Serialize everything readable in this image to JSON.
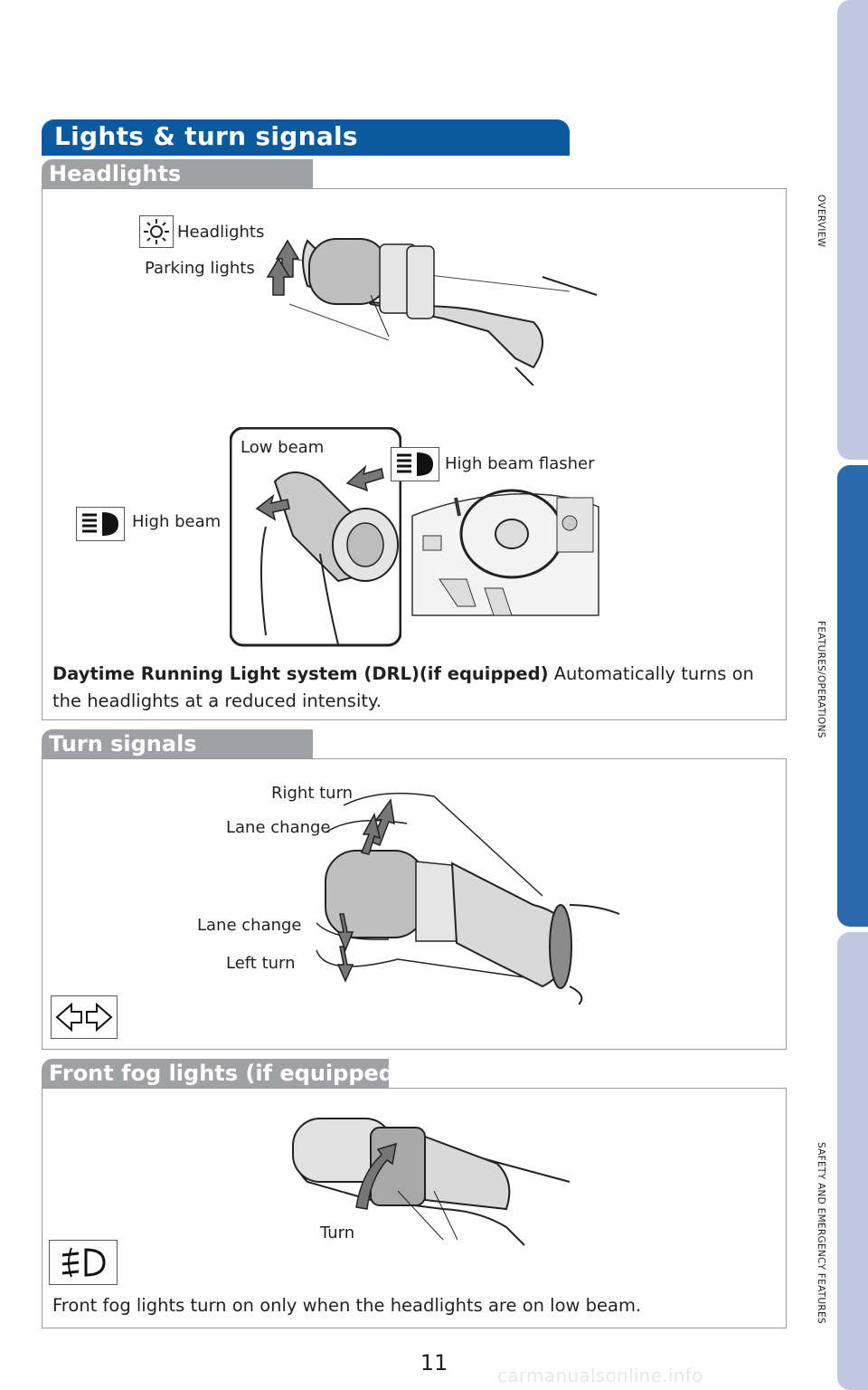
{
  "side_tabs": {
    "overview": "OVERVIEW",
    "features": "FEATURES/OPERATIONS",
    "safety": "SAFETY AND EMERGENCY FEATURES"
  },
  "colors": {
    "title_banner": "#0a5aa0",
    "section_header": "#a0a1a4",
    "tab_inactive": "#bfc7e1",
    "tab_active": "#2a6aab"
  },
  "title": "Lights & turn signals",
  "headlights": {
    "header": "Headlights",
    "label_headlights": "Headlights",
    "label_parking": "Parking lights",
    "label_low_beam": "Low beam",
    "label_high_beam": "High beam",
    "label_flasher": "High beam flasher",
    "drl_bold": "Daytime Running Light system (DRL)(if equipped)",
    "drl_text": " Automatically turns on the headlights at a reduced intensity."
  },
  "turn_signals": {
    "header": "Turn signals",
    "label_right_turn": "Right turn",
    "label_lane_change_up": "Lane change",
    "label_lane_change_down": "Lane change",
    "label_left_turn": "Left turn"
  },
  "fog": {
    "header": "Front fog lights (if equipped)",
    "label_turn": "Turn",
    "text": "Front fog lights turn on only when the headlights are on low beam."
  },
  "page_number": "11",
  "watermark": "carmanualsonline.info"
}
